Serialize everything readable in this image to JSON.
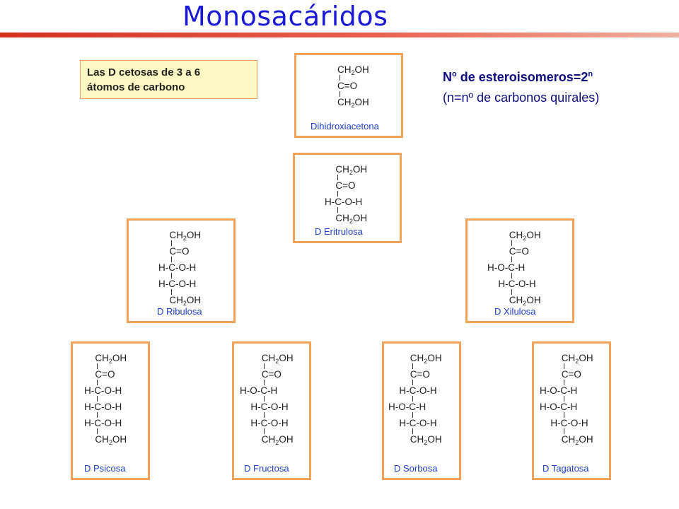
{
  "title": "Monosacáridos",
  "info_box": {
    "line1": "Las D cetosas de 3 a 6",
    "line2": "átomos de carbono"
  },
  "formula": {
    "line1_text": "N",
    "line1_o": "o",
    "line1_rest": " de esteroisomeros=2",
    "line1_exp": "n",
    "line2": "(n=nº de carbonos quirales)"
  },
  "colors": {
    "title": "#1a1ad6",
    "rule_red": "#e23b2e",
    "box_border": "#f3a358",
    "name_blue": "#1f3fc6",
    "info_bg": "#fdf8c4"
  },
  "structures": [
    {
      "name": "Dihidroxiacetona",
      "rows": [
        "CH2OH",
        "C=O",
        "CH2OH"
      ]
    },
    {
      "name": "D Eritrulosa",
      "rows": [
        "CH2OH",
        "C=O",
        "H-C-O-H",
        "CH2OH"
      ]
    },
    {
      "name": "D Ribulosa",
      "rows": [
        "CH2OH",
        "C=O",
        "H-C-O-H",
        "H-C-O-H",
        "CH2OH"
      ]
    },
    {
      "name": "D Xilulosa",
      "rows": [
        "CH2OH",
        "C=O",
        "H-O-C-H",
        "H-C-O-H",
        "CH2OH"
      ]
    },
    {
      "name": "D Psicosa",
      "rows": [
        "CH2OH",
        "C=O",
        "H-C-O-H",
        "H-C-O-H",
        "H-C-O-H",
        "CH2OH"
      ]
    },
    {
      "name": "D Fructosa",
      "rows": [
        "CH2OH",
        "C=O",
        "H-O-C-H",
        "H-C-O-H",
        "H-C-O-H",
        "CH2OH"
      ]
    },
    {
      "name": "D Sorbosa",
      "rows": [
        "CH2OH",
        "C=O",
        "H-C-O-H",
        "H-O-C-H",
        "H-C-O-H",
        "CH2OH"
      ]
    },
    {
      "name": "D Tagatosa",
      "rows": [
        "CH2OH",
        "C=O",
        "H-O-C-H",
        "H-O-C-H",
        "H-C-O-H",
        "CH2OH"
      ]
    }
  ]
}
